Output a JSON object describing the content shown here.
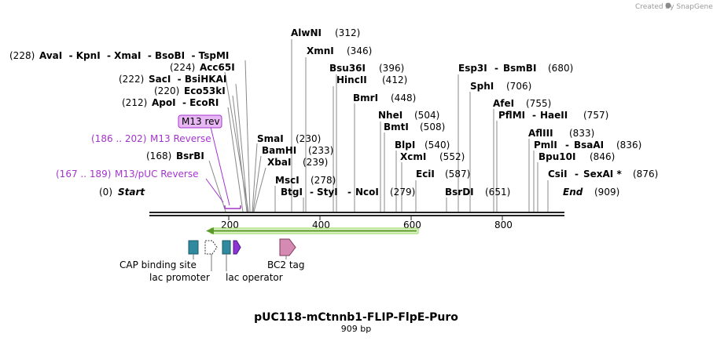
{
  "credit": "Created by SnapGene",
  "title": "pUC118-mCtnnb1-FLIP-FlpE-Puro",
  "length_label": "909 bp",
  "colors": {
    "backbone": "#222222",
    "primer": "#a434cf",
    "m13_label_fill": "#e8b8f5",
    "promoter_arrow": "#96d65a",
    "cap": "#2f8aa0",
    "operator": "#8c34d6",
    "bc2": "#d48ab2"
  },
  "scale_ticks": [
    "200",
    "400",
    "600",
    "800"
  ],
  "sites": [
    {
      "name": "AlwNI",
      "pos": "(312)"
    },
    {
      "name": "XmnI",
      "pos": "(346)"
    },
    {
      "name": "Bsu36I",
      "pos": "(396)"
    },
    {
      "name": "HincII",
      "pos": "(412)"
    },
    {
      "name": "BmrI",
      "pos": "(448)"
    },
    {
      "name": "NheI",
      "pos": "(504)"
    },
    {
      "name": "BmtI",
      "pos": "(508)"
    },
    {
      "name": "BlpI",
      "pos": "(540)"
    },
    {
      "name": "XcmI",
      "pos": "(552)"
    },
    {
      "name": "EciI",
      "pos": "(587)"
    },
    {
      "name": "Esp3I",
      "pos": "",
      "sep": "-",
      "name2": "BsmBI",
      "pos2": "(680)"
    },
    {
      "name": "SphI",
      "pos": "(706)"
    },
    {
      "name": "AfeI",
      "pos": "(755)"
    },
    {
      "name": "PflMI",
      "pos": "",
      "sep": "-",
      "name2": "HaeII",
      "pos2": "(757)"
    },
    {
      "name": "AflIII",
      "pos": "(833)"
    },
    {
      "name": "PmlI",
      "pos": "",
      "sep": "-",
      "name2": "BsaAI",
      "pos2": "(836)"
    },
    {
      "name": "Bpu10I",
      "pos": "(846)"
    },
    {
      "name": "CsiI",
      "pos": "",
      "sep": "-",
      "name2": "SexAI *",
      "pos2": "(876)"
    },
    {
      "name": "SmaI",
      "pos": "(230)"
    },
    {
      "name": "BamHI",
      "pos": "(233)"
    },
    {
      "name": "XbaI",
      "pos": "(239)"
    },
    {
      "name": "MscI",
      "pos": "(278)"
    }
  ],
  "left_sites": [
    {
      "pos": "(228)",
      "text": "AvaI  - KpnI  - XmaI  - BsoBI  - TspMI"
    },
    {
      "pos": "(224)",
      "text": "Acc65I"
    },
    {
      "pos": "(222)",
      "text": "SacI  - BsiHKAI"
    },
    {
      "pos": "(220)",
      "text": "Eco53kI"
    },
    {
      "pos": "(212)",
      "text": "ApoI  - EcoRI"
    },
    {
      "pos": "(168)",
      "text": "BsrBI"
    }
  ],
  "bottom_row": {
    "start_pos": "(0)",
    "start": "Start",
    "btgi": "BtgI",
    "styi": "StyI",
    "ncoi": "NcoI",
    "ncoi_pos": "(279)",
    "bsrdi": "BsrDI",
    "bsrdi_pos": "(651)",
    "end": "End",
    "end_pos": "(909)"
  },
  "primers": [
    {
      "name": "M13 rev"
    },
    {
      "pos": "(186 .. 202)",
      "name": "M13 Reverse"
    },
    {
      "pos": "(167 .. 189)",
      "name": "M13/pUC Reverse"
    }
  ],
  "features": [
    {
      "name": "CAP binding site"
    },
    {
      "name": "lac promoter"
    },
    {
      "name": "lac operator"
    },
    {
      "name": "BC2 tag"
    }
  ]
}
